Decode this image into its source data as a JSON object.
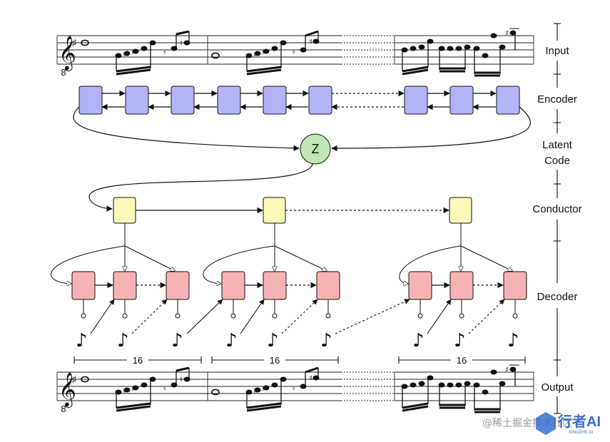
{
  "labels": {
    "input": "Input",
    "encoder": "Encoder",
    "latent_line1": "Latent",
    "latent_line2": "Code",
    "conductor": "Conductor",
    "decoder": "Decoder",
    "output": "Output"
  },
  "latent_node": "Z",
  "span_counts": [
    "16",
    "16",
    "16"
  ],
  "staff_clef_octave": "8",
  "watermark": {
    "text": "@稀土掘金技术社区",
    "brand": "行者AI",
    "brand_sub": "XINGZHE.AI"
  },
  "colors": {
    "encoder": "#b3b3f7",
    "latent": "#bde7b4",
    "conductor": "#fbf8b8",
    "decoder": "#f6b3b6",
    "line": "#111111"
  }
}
